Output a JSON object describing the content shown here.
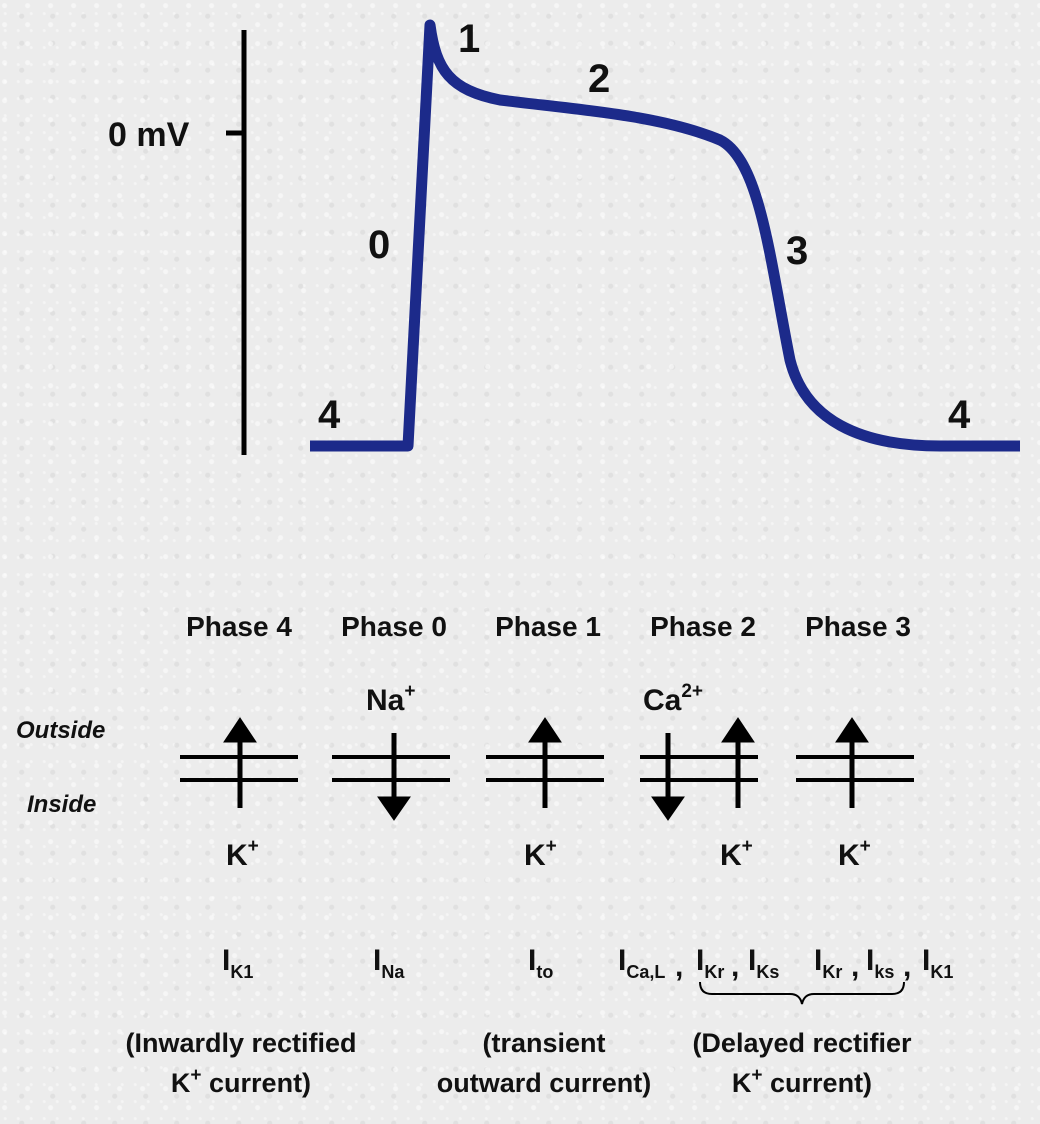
{
  "chart_data": {
    "type": "line",
    "axis_label": "0 mV",
    "curve_color": "#1c2a8a",
    "phase_numbers": [
      "1",
      "2",
      "0",
      "3",
      "4",
      "4"
    ]
  },
  "phases": [
    {
      "title": "Phase 4",
      "ion_top": "",
      "ion_top_sup": "",
      "ion_bottom": "K",
      "ion_bottom_sup": "+"
    },
    {
      "title": "Phase 0",
      "ion_top": "Na",
      "ion_top_sup": "+",
      "ion_bottom": "",
      "ion_bottom_sup": ""
    },
    {
      "title": "Phase 1",
      "ion_top": "",
      "ion_top_sup": "",
      "ion_bottom": "K",
      "ion_bottom_sup": "+"
    },
    {
      "title": "Phase 2",
      "ion_top": "Ca",
      "ion_top_sup": "2+",
      "ion_bottom": "K",
      "ion_bottom_sup": "+"
    },
    {
      "title": "Phase 3",
      "ion_top": "",
      "ion_top_sup": "",
      "ion_bottom": "K",
      "ion_bottom_sup": "+"
    }
  ],
  "membrane": {
    "outside": "Outside",
    "inside": "Inside"
  },
  "currents": [
    {
      "main": "I",
      "sub": "K1"
    },
    {
      "main": "I",
      "sub": "Na"
    },
    {
      "main": "I",
      "sub": "to"
    },
    {
      "main": "I",
      "sub": "Ca,L"
    },
    {
      "main": "I",
      "sub": "Kr"
    },
    {
      "main": "I",
      "sub": "Ks"
    },
    {
      "main": "I",
      "sub": "Kr"
    },
    {
      "main": "I",
      "sub": "ks"
    },
    {
      "main": "I",
      "sub": "K1"
    }
  ],
  "separator": ",",
  "descriptions": {
    "ik1_line1": "(Inwardly rectified",
    "ik1_line2_main": "K",
    "ik1_line2_sup": "+",
    "ik1_line2_rest": " current)",
    "ito_line1": "(transient",
    "ito_line2": "outward current)",
    "delayed_line1": "(Delayed rectifier",
    "delayed_line2_main": "K",
    "delayed_line2_sup": "+",
    "delayed_line2_rest": " current)"
  }
}
